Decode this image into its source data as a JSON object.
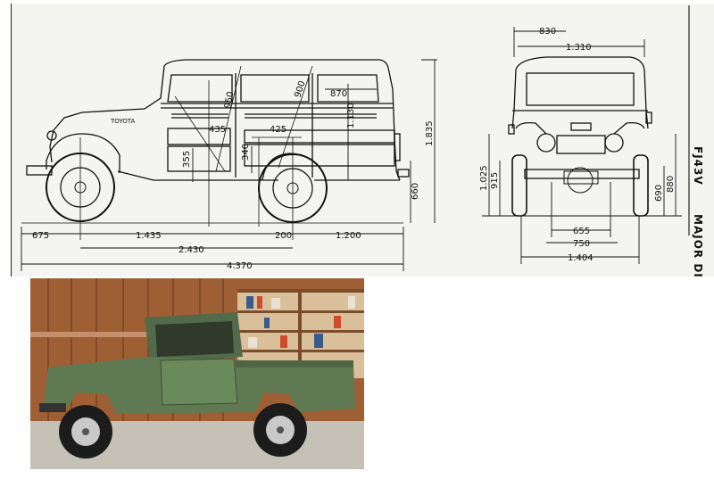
{
  "blueprint": {
    "model": "FJ43V",
    "heading": "MAJOR DI",
    "side_view": {
      "overall_length": "4.370",
      "front_overhang": "675",
      "wheelbase": "2.430",
      "front_to_door": "1.435",
      "bench_offset": "200",
      "rear_section": "1.200",
      "overall_height": "1.835",
      "body_height": "1.130",
      "floor_height": "660",
      "windshield_diag": "950",
      "rear_window_diag": "900",
      "rear_window_width": "870",
      "front_seat_length": "435",
      "rear_seat_length": "425",
      "front_seat_height": "355",
      "rear_seat_height": "340",
      "emblem": "TOYOTA"
    },
    "front_view": {
      "roof_width": "1.310",
      "mirror_width": "830",
      "headlight_height": "1.025",
      "bumper_height": "915",
      "frame_width": "655",
      "tread_inner": "750",
      "overall_width": "1.404",
      "axle_height": "690",
      "fender_height": "880"
    }
  },
  "photo": {
    "subject": "green Land Cruiser pickup in garage",
    "colors": {
      "body": "#5f7a52",
      "wood": "#a8683f",
      "floor": "#c5c1b6"
    }
  }
}
